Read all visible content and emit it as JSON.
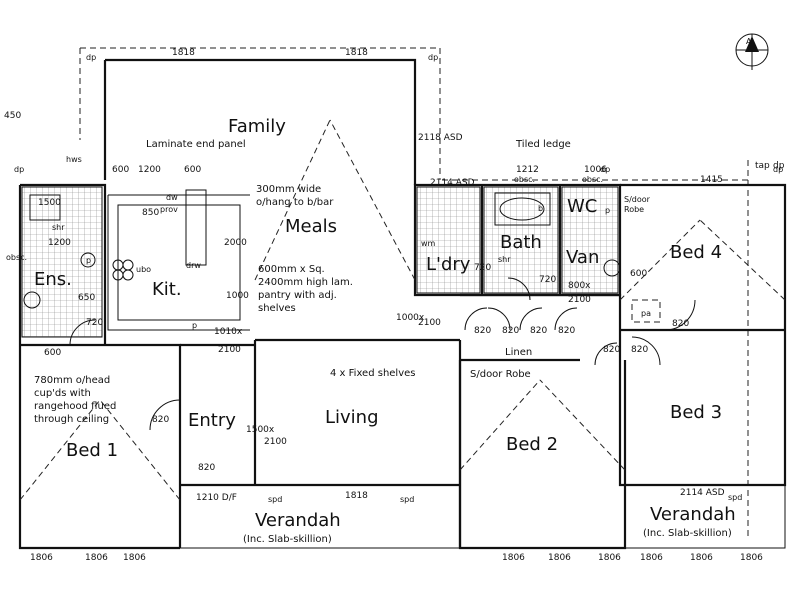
{
  "rooms": {
    "family": "Family",
    "meals": "Meals",
    "kitchen": "Kit.",
    "ensuite": "Ens.",
    "laundry": "L'dry",
    "bath": "Bath",
    "wc": "WC",
    "vanity": "Van",
    "bed4": "Bed 4",
    "bed3": "Bed 3",
    "bed2": "Bed 2",
    "bed1": "Bed 1",
    "entry": "Entry",
    "living": "Living",
    "verandah_left": "Verandah",
    "verandah_right": "Verandah",
    "verandah_note_left": "(Inc. Slab-skillion)",
    "verandah_note_right": "(Inc. Slab-skillion)"
  },
  "notes": {
    "laminate": "Laminate end panel",
    "bar1": "300mm wide",
    "bar2": "o/hang to b/bar",
    "pantry1": "600mm x Sq.",
    "pantry2": "2400mm high lam.",
    "pantry3": "pantry with adj.",
    "pantry4": "shelves",
    "tiled_ledge": "Tiled ledge",
    "fixed_shelves": "4 x Fixed shelves",
    "rangehood1": "780mm o/head",
    "rangehood2": "cup'ds with",
    "rangehood3": "rangehood flued",
    "rangehood4": "through ceiling",
    "linen": "Linen",
    "sdoor_robe_bed2": "S/door Robe",
    "sdoor_robe_bed4": "S/door",
    "robe_bed4": "Robe"
  },
  "labels": {
    "dp1": "dp",
    "dp2": "dp",
    "dp3": "dp",
    "dp4": "dp",
    "dp5": "dp",
    "hws": "hws",
    "shr1": "shr",
    "shr2": "shr",
    "dw": "dw",
    "prov": "prov",
    "drw": "drw",
    "ubo": "ubo",
    "p1": "p",
    "p2": "p",
    "p3": "p",
    "wm": "wm",
    "b": "b",
    "pa": "pa",
    "spd1": "spd",
    "spd2": "spd",
    "spd3": "spd",
    "obsc1": "obsc.",
    "obsc2": "obsc.",
    "obsc3": "obsc.",
    "north": "A"
  },
  "dims": {
    "top_1818a": "1818",
    "top_1818b": "1818",
    "d450": "450",
    "d1500": "1500",
    "d1200a": "1200",
    "d1200b": "1200",
    "d600a": "600",
    "d600b": "600",
    "d600c": "600",
    "d600d": "600",
    "d850": "850",
    "d2000": "2000",
    "d1000": "1000",
    "d1010x": "1010x",
    "d2100a": "2100",
    "d2100b": "2100",
    "d2100c": "2100",
    "d1500x": "1500x",
    "d2100d": "2100",
    "d820a": "820",
    "d820b": "820",
    "d820c": "820",
    "d820d": "820",
    "d820e": "820",
    "d820f": "820",
    "d820g": "820",
    "d820h": "820",
    "d820i": "820",
    "d720a": "720",
    "d720b": "720",
    "d720c": "720",
    "d650": "650",
    "d2114asd_a": "2114 ASD",
    "d2114asd_b": "2114 ASD",
    "d2118asd": "2118 ASD",
    "d1212": "1212",
    "d1006": "1006",
    "d1415": "1415",
    "d800x": "800x",
    "d1210df": "1210 D/F",
    "d1818c": "1818",
    "d1000x": "1000x",
    "d1806a": "1806",
    "d1806b": "1806",
    "d1806c": "1806",
    "d1806d": "1806",
    "d1806e": "1806",
    "d1806f": "1806",
    "d1806g": "1806",
    "d1806h": "1806",
    "d1806i": "1806",
    "tap": "tap",
    "dp_r": "dp"
  }
}
